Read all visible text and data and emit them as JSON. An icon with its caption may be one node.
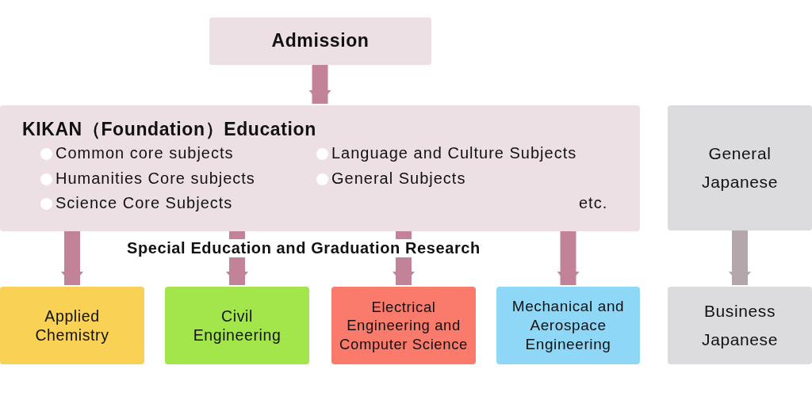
{
  "diagram": {
    "nodes": [
      {
        "text": [
          "Admission"
        ]
      },
      {
        "text": [
          "KIKAN（Foundation）Education",
          "Common core subjects",
          "Humanities Core subjects",
          "Science Core Subjects",
          "Language and Culture Subjects",
          "General Subjects",
          "etc."
        ]
      },
      {
        "text": [
          "General Japanese"
        ]
      },
      {
        "text": [
          "Applied Chemistry"
        ]
      },
      {
        "text": [
          "Civil Engineering"
        ]
      },
      {
        "text": [
          "Electrical Engineering and Computer Science"
        ]
      },
      {
        "text": [
          "Mechanical and Aerospace Engineering"
        ]
      },
      {
        "text": [
          "Business Japanese"
        ]
      }
    ],
    "edges": [
      {
        "from": 0,
        "to": 1,
        "arrow": "to"
      },
      {
        "from": 1,
        "to": 3,
        "arrow": "to"
      },
      {
        "from": 1,
        "to": 4,
        "arrow": "to"
      },
      {
        "from": 1,
        "to": 5,
        "arrow": "to"
      },
      {
        "from": 1,
        "to": 6,
        "arrow": "to"
      },
      {
        "from": 2,
        "to": 7,
        "arrow": "to",
        "color": "#b3a7ac"
      }
    ],
    "labels": [
      "Special Education and Graduation Research"
    ]
  }
}
